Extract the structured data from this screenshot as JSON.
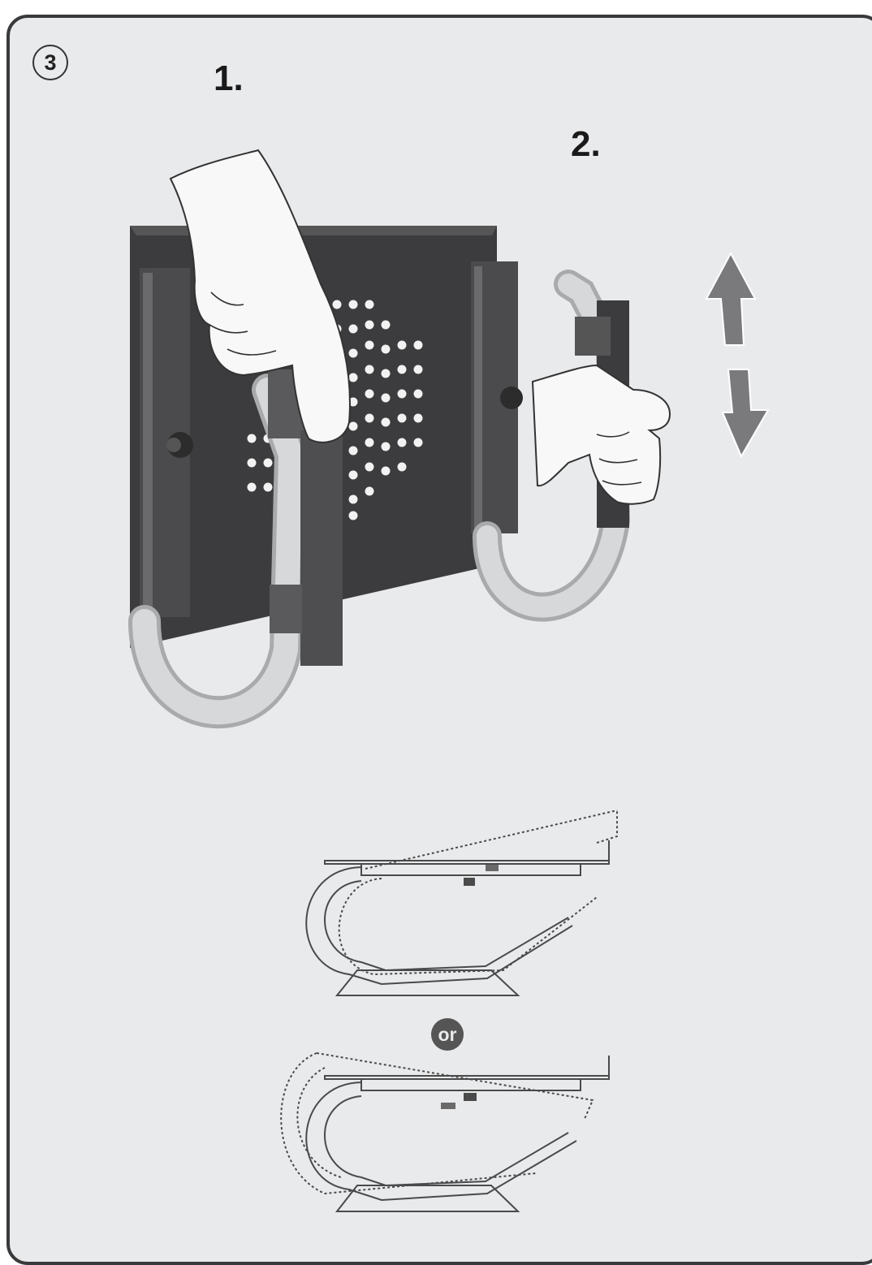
{
  "step_number": "3",
  "steps": {
    "first": "1.",
    "second": "2."
  },
  "separator": "or",
  "colors": {
    "background": "#e9eaec",
    "panel_dark": "#3c3c3e",
    "arm": "#cfd1d2",
    "clip": "#5a5a5c",
    "arrow": "#7a7a7c",
    "line_drawing": "#4a4a4a"
  },
  "icons": [
    "up-arrow-icon",
    "down-arrow-icon",
    "hand-icon",
    "knob-icon"
  ]
}
